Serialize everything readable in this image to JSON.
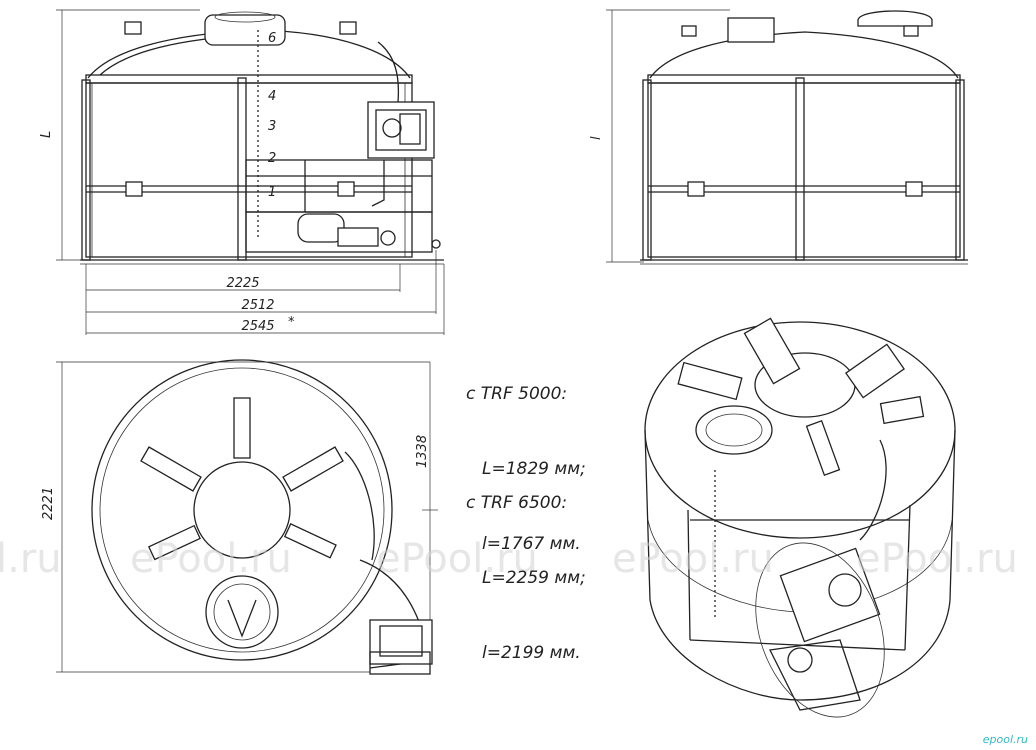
{
  "dimensions": {
    "width_inner": "2225",
    "width_mid": "2512",
    "width_outer": "2545",
    "width_outer_mark": "*",
    "height_L": "L",
    "height_l": "l",
    "plan_height": "2221",
    "plan_half": "1338"
  },
  "models": [
    {
      "name": "с TRF 5000:",
      "L": "L=1829 мм;",
      "l": "l=1767 мм."
    },
    {
      "name": "с TRF 6500:",
      "L": "L=2259 мм;",
      "l": "l=2199 мм."
    }
  ],
  "gauge_numbers": [
    "6",
    "4",
    "3",
    "2",
    "1"
  ],
  "watermarks": [
    "l.ru",
    "ePool.ru",
    "ePool.ru",
    "ePool.ru",
    "ePool.ru"
  ],
  "logo": "epool.ru"
}
